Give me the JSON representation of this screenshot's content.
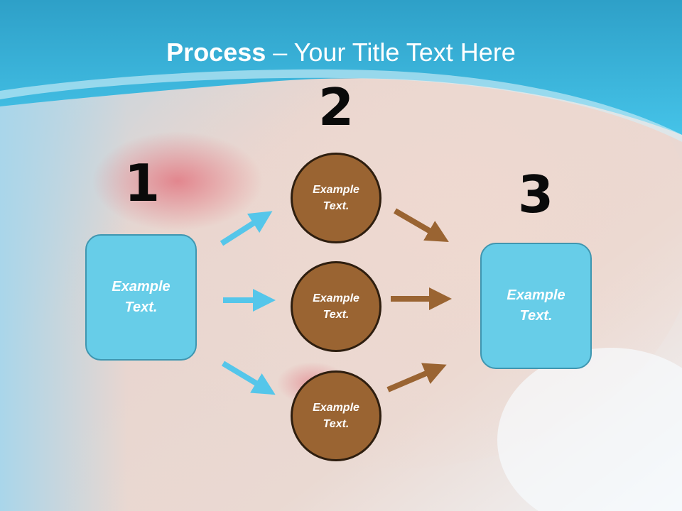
{
  "title": {
    "bold": "Process",
    "rest": " – Your Title Text Here"
  },
  "steps": [
    {
      "number": "1",
      "label_line1": "Example",
      "label_line2": "Text."
    },
    {
      "number": "2"
    },
    {
      "number": "3",
      "label_line1": "Example",
      "label_line2": "Text."
    }
  ],
  "circles": [
    {
      "line1": "Example",
      "line2": "Text."
    },
    {
      "line1": "Example",
      "line2": "Text."
    },
    {
      "line1": "Example",
      "line2": "Text."
    }
  ],
  "colors": {
    "header": "#3fbfe2",
    "box": "#67cde8",
    "circle": "#9a6432",
    "arrow_blue": "#55c6ea",
    "arrow_brown": "#9a6432"
  }
}
